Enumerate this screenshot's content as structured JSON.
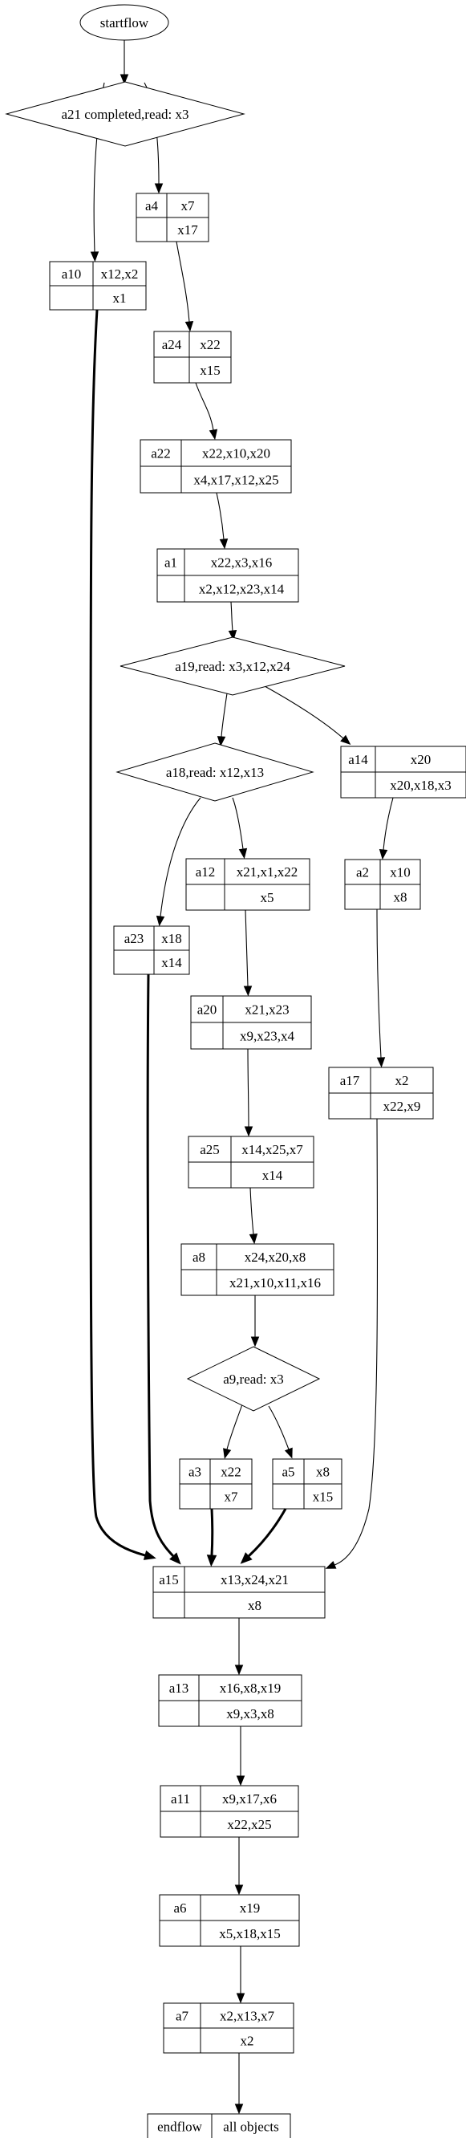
{
  "nodes": [
    {
      "id": "startflow",
      "kind": "terminal",
      "label": "startflow"
    },
    {
      "id": "d_a21",
      "kind": "decision",
      "label": "a21 completed,read: x3"
    },
    {
      "id": "a4",
      "kind": "activity",
      "name": "a4",
      "top": "x7",
      "bottom": "x17"
    },
    {
      "id": "a10",
      "kind": "activity",
      "name": "a10",
      "top": "x12,x2",
      "bottom": "x1"
    },
    {
      "id": "a24",
      "kind": "activity",
      "name": "a24",
      "top": "x22",
      "bottom": "x15"
    },
    {
      "id": "a22",
      "kind": "activity",
      "name": "a22",
      "top": "x22,x10,x20",
      "bottom": "x4,x17,x12,x25"
    },
    {
      "id": "a1",
      "kind": "activity",
      "name": "a1",
      "top": "x22,x3,x16",
      "bottom": "x2,x12,x23,x14"
    },
    {
      "id": "d_a19",
      "kind": "decision",
      "label": "a19,read: x3,x12,x24"
    },
    {
      "id": "a14",
      "kind": "activity",
      "name": "a14",
      "top": "x20",
      "bottom": "x20,x18,x3"
    },
    {
      "id": "d_a18",
      "kind": "decision",
      "label": "a18,read: x12,x13"
    },
    {
      "id": "a12",
      "kind": "activity",
      "name": "a12",
      "top": "x21,x1,x22",
      "bottom": "x5"
    },
    {
      "id": "a2",
      "kind": "activity",
      "name": "a2",
      "top": "x10",
      "bottom": "x8"
    },
    {
      "id": "a23",
      "kind": "activity",
      "name": "a23",
      "top": "x18",
      "bottom": "x14"
    },
    {
      "id": "a20",
      "kind": "activity",
      "name": "a20",
      "top": "x21,x23",
      "bottom": "x9,x23,x4"
    },
    {
      "id": "a17",
      "kind": "activity",
      "name": "a17",
      "top": "x2",
      "bottom": "x22,x9"
    },
    {
      "id": "a25",
      "kind": "activity",
      "name": "a25",
      "top": "x14,x25,x7",
      "bottom": "x14"
    },
    {
      "id": "a8",
      "kind": "activity",
      "name": "a8",
      "top": "x24,x20,x8",
      "bottom": "x21,x10,x11,x16"
    },
    {
      "id": "d_a9",
      "kind": "decision",
      "label": "a9,read: x3"
    },
    {
      "id": "a3",
      "kind": "activity",
      "name": "a3",
      "top": "x22",
      "bottom": "x7"
    },
    {
      "id": "a5",
      "kind": "activity",
      "name": "a5",
      "top": "x8",
      "bottom": "x15"
    },
    {
      "id": "a15",
      "kind": "activity",
      "name": "a15",
      "top": "x13,x24,x21",
      "bottom": "x8"
    },
    {
      "id": "a13",
      "kind": "activity",
      "name": "a13",
      "top": "x16,x8,x19",
      "bottom": "x9,x3,x8"
    },
    {
      "id": "a11",
      "kind": "activity",
      "name": "a11",
      "top": "x9,x17,x6",
      "bottom": "x22,x25"
    },
    {
      "id": "a6",
      "kind": "activity",
      "name": "a6",
      "top": "x19",
      "bottom": "x5,x18,x15"
    },
    {
      "id": "a7",
      "kind": "activity",
      "name": "a7",
      "top": "x2,x13,x7",
      "bottom": "x2"
    },
    {
      "id": "endflow",
      "kind": "activity",
      "name": "endflow",
      "top": "all objects",
      "bottom": ""
    }
  ],
  "edges": [
    {
      "from": "startflow",
      "to": "d_a21",
      "bold": false
    },
    {
      "from": "d_a21",
      "to": "a4",
      "bold": false
    },
    {
      "from": "d_a21",
      "to": "a10",
      "bold": false
    },
    {
      "from": "a4",
      "to": "a24",
      "bold": false
    },
    {
      "from": "a24",
      "to": "a22",
      "bold": false
    },
    {
      "from": "a22",
      "to": "a1",
      "bold": false
    },
    {
      "from": "a1",
      "to": "d_a19",
      "bold": false
    },
    {
      "from": "d_a19",
      "to": "d_a18",
      "bold": false
    },
    {
      "from": "d_a19",
      "to": "a14",
      "bold": false
    },
    {
      "from": "d_a18",
      "to": "a12",
      "bold": false
    },
    {
      "from": "d_a18",
      "to": "a23",
      "bold": false
    },
    {
      "from": "a14",
      "to": "a2",
      "bold": false
    },
    {
      "from": "a12",
      "to": "a20",
      "bold": false
    },
    {
      "from": "a2",
      "to": "a17",
      "bold": false
    },
    {
      "from": "a20",
      "to": "a25",
      "bold": false
    },
    {
      "from": "a25",
      "to": "a8",
      "bold": false
    },
    {
      "from": "a8",
      "to": "d_a9",
      "bold": false
    },
    {
      "from": "d_a9",
      "to": "a3",
      "bold": false
    },
    {
      "from": "d_a9",
      "to": "a5",
      "bold": false
    },
    {
      "from": "a10",
      "to": "a15",
      "bold": true
    },
    {
      "from": "a23",
      "to": "a15",
      "bold": true
    },
    {
      "from": "a3",
      "to": "a15",
      "bold": true
    },
    {
      "from": "a5",
      "to": "a15",
      "bold": true
    },
    {
      "from": "a17",
      "to": "a15",
      "bold": false
    },
    {
      "from": "a15",
      "to": "a13",
      "bold": false
    },
    {
      "from": "a13",
      "to": "a11",
      "bold": false
    },
    {
      "from": "a11",
      "to": "a6",
      "bold": false
    },
    {
      "from": "a6",
      "to": "a7",
      "bold": false
    },
    {
      "from": "a7",
      "to": "endflow",
      "bold": false
    }
  ]
}
